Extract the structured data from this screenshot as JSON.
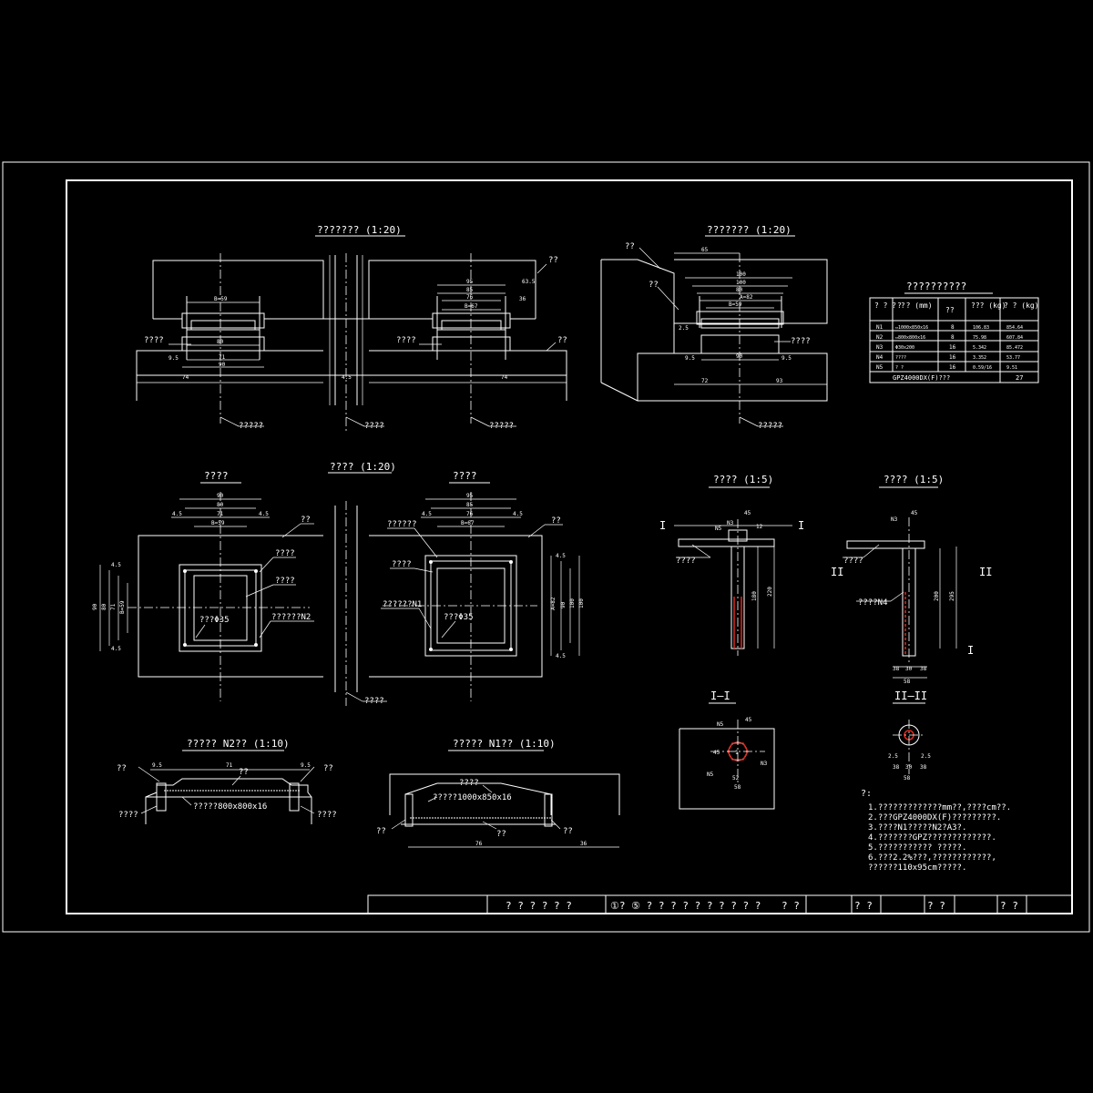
{
  "views": {
    "elevation_left_title": "??????? (1:20)",
    "elevation_right_title": "??????? (1:20)",
    "plan_title": "???? (1:20)",
    "plan_left_sub": "????",
    "plan_right_sub": "????",
    "anchor_a_title": "???? (1:5)",
    "anchor_b_title": "???? (1:5)",
    "section_1": "I—I",
    "section_2": "II—II",
    "plate_n2_title": "????? N2?? (1:10)",
    "plate_n1_title": "????? N1?? (1:10)"
  },
  "labels": {
    "q2": "??",
    "q3": "???",
    "q4": "????",
    "q5": "?????",
    "q6": "??????",
    "q7": "???????",
    "hole": "???Φ35",
    "n1": "??????N1",
    "n2": "??????N2",
    "n4": "????N4",
    "plate_800": "?????800x800x16",
    "plate_1000": "?????1000x850x16",
    "sec_i": "I",
    "sec_ii": "II"
  },
  "dims": {
    "d90": "90",
    "d80": "80",
    "d71": "71",
    "d76": "76",
    "d85": "85",
    "d95": "95",
    "d4_5": "4.5",
    "d74": "74",
    "d72": "72",
    "d93": "93",
    "d65": "65",
    "d36": "36",
    "d45": "45",
    "d100": "100",
    "d30": "30",
    "d38": "38",
    "d58": "58",
    "d295": "295",
    "d220": "220",
    "d200": "200",
    "d180": "180",
    "d63_5": "63.5",
    "d9_5": "9.5",
    "d2_5": "2.5",
    "d1": "1",
    "b59": "B=59",
    "b67": "B=67",
    "a82": "A=82",
    "n3": "N3",
    "n5": "N5",
    "d12": "12",
    "d52": "52"
  },
  "table": {
    "title": "??????????",
    "headers": [
      "? ?\n? ?",
      "? ?\n(mm)",
      "??",
      "???\n(kg)",
      "? ?\n(kg)"
    ],
    "rows": [
      [
        "N1",
        "▭1000x850x16",
        "8",
        "106.83",
        "854.64"
      ],
      [
        "N2",
        "▭800x800x16",
        "8",
        "75.98",
        "607.84"
      ],
      [
        "N3",
        "Φ30x200",
        "16",
        "5.342",
        "85.472"
      ],
      [
        "N4",
        "????",
        "16",
        "3.352",
        "53.77"
      ],
      [
        "N5",
        "?    ?",
        "16",
        "0.59/16",
        "9.51"
      ]
    ],
    "footer_label": "GPZ4000DX(F)???",
    "footer_value": "27"
  },
  "notes": {
    "head": "?:",
    "items": [
      "1.?????????????mm??,????cm??.",
      "2.???GPZ4000DX(F)?????????.",
      "3.????N1?????N2?A3?.",
      "4.???????GPZ?????????????.",
      "5.???????????       ?????.",
      "6.???2.2%???,????????????,",
      "  ??????110x95cm?????."
    ]
  },
  "title_block": {
    "c1": "? ? ? ? ? ?",
    "c2": "①? ⑤  ? ? ? ? ? ? ? ? ? ?",
    "c3": "? ?",
    "c4": "? ?",
    "c5": "? ?",
    "c6": "? ?"
  }
}
